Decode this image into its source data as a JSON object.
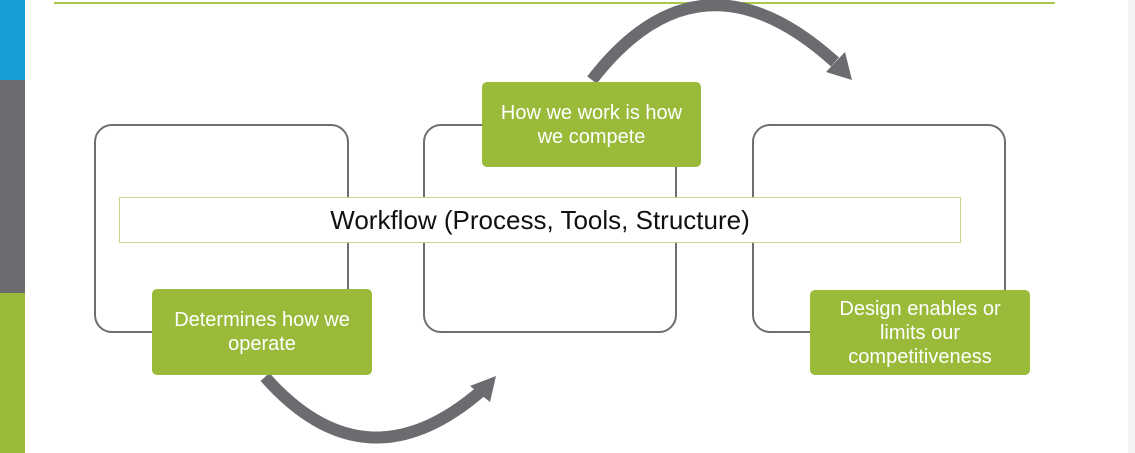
{
  "diagram": {
    "band_label": "Workflow (Process, Tools, Structure)",
    "callouts": [
      {
        "label": "Determines how we operate"
      },
      {
        "label": "How we work is how we compete"
      },
      {
        "label": "Design enables or limits our competitiveness"
      }
    ],
    "colors": {
      "accent_green": "#9aba3a",
      "strip_blue": "#159fd6",
      "strip_gray": "#6b6c6f",
      "frame_gray": "#6e6f71",
      "arrow_gray": "#6b6c6f"
    }
  }
}
